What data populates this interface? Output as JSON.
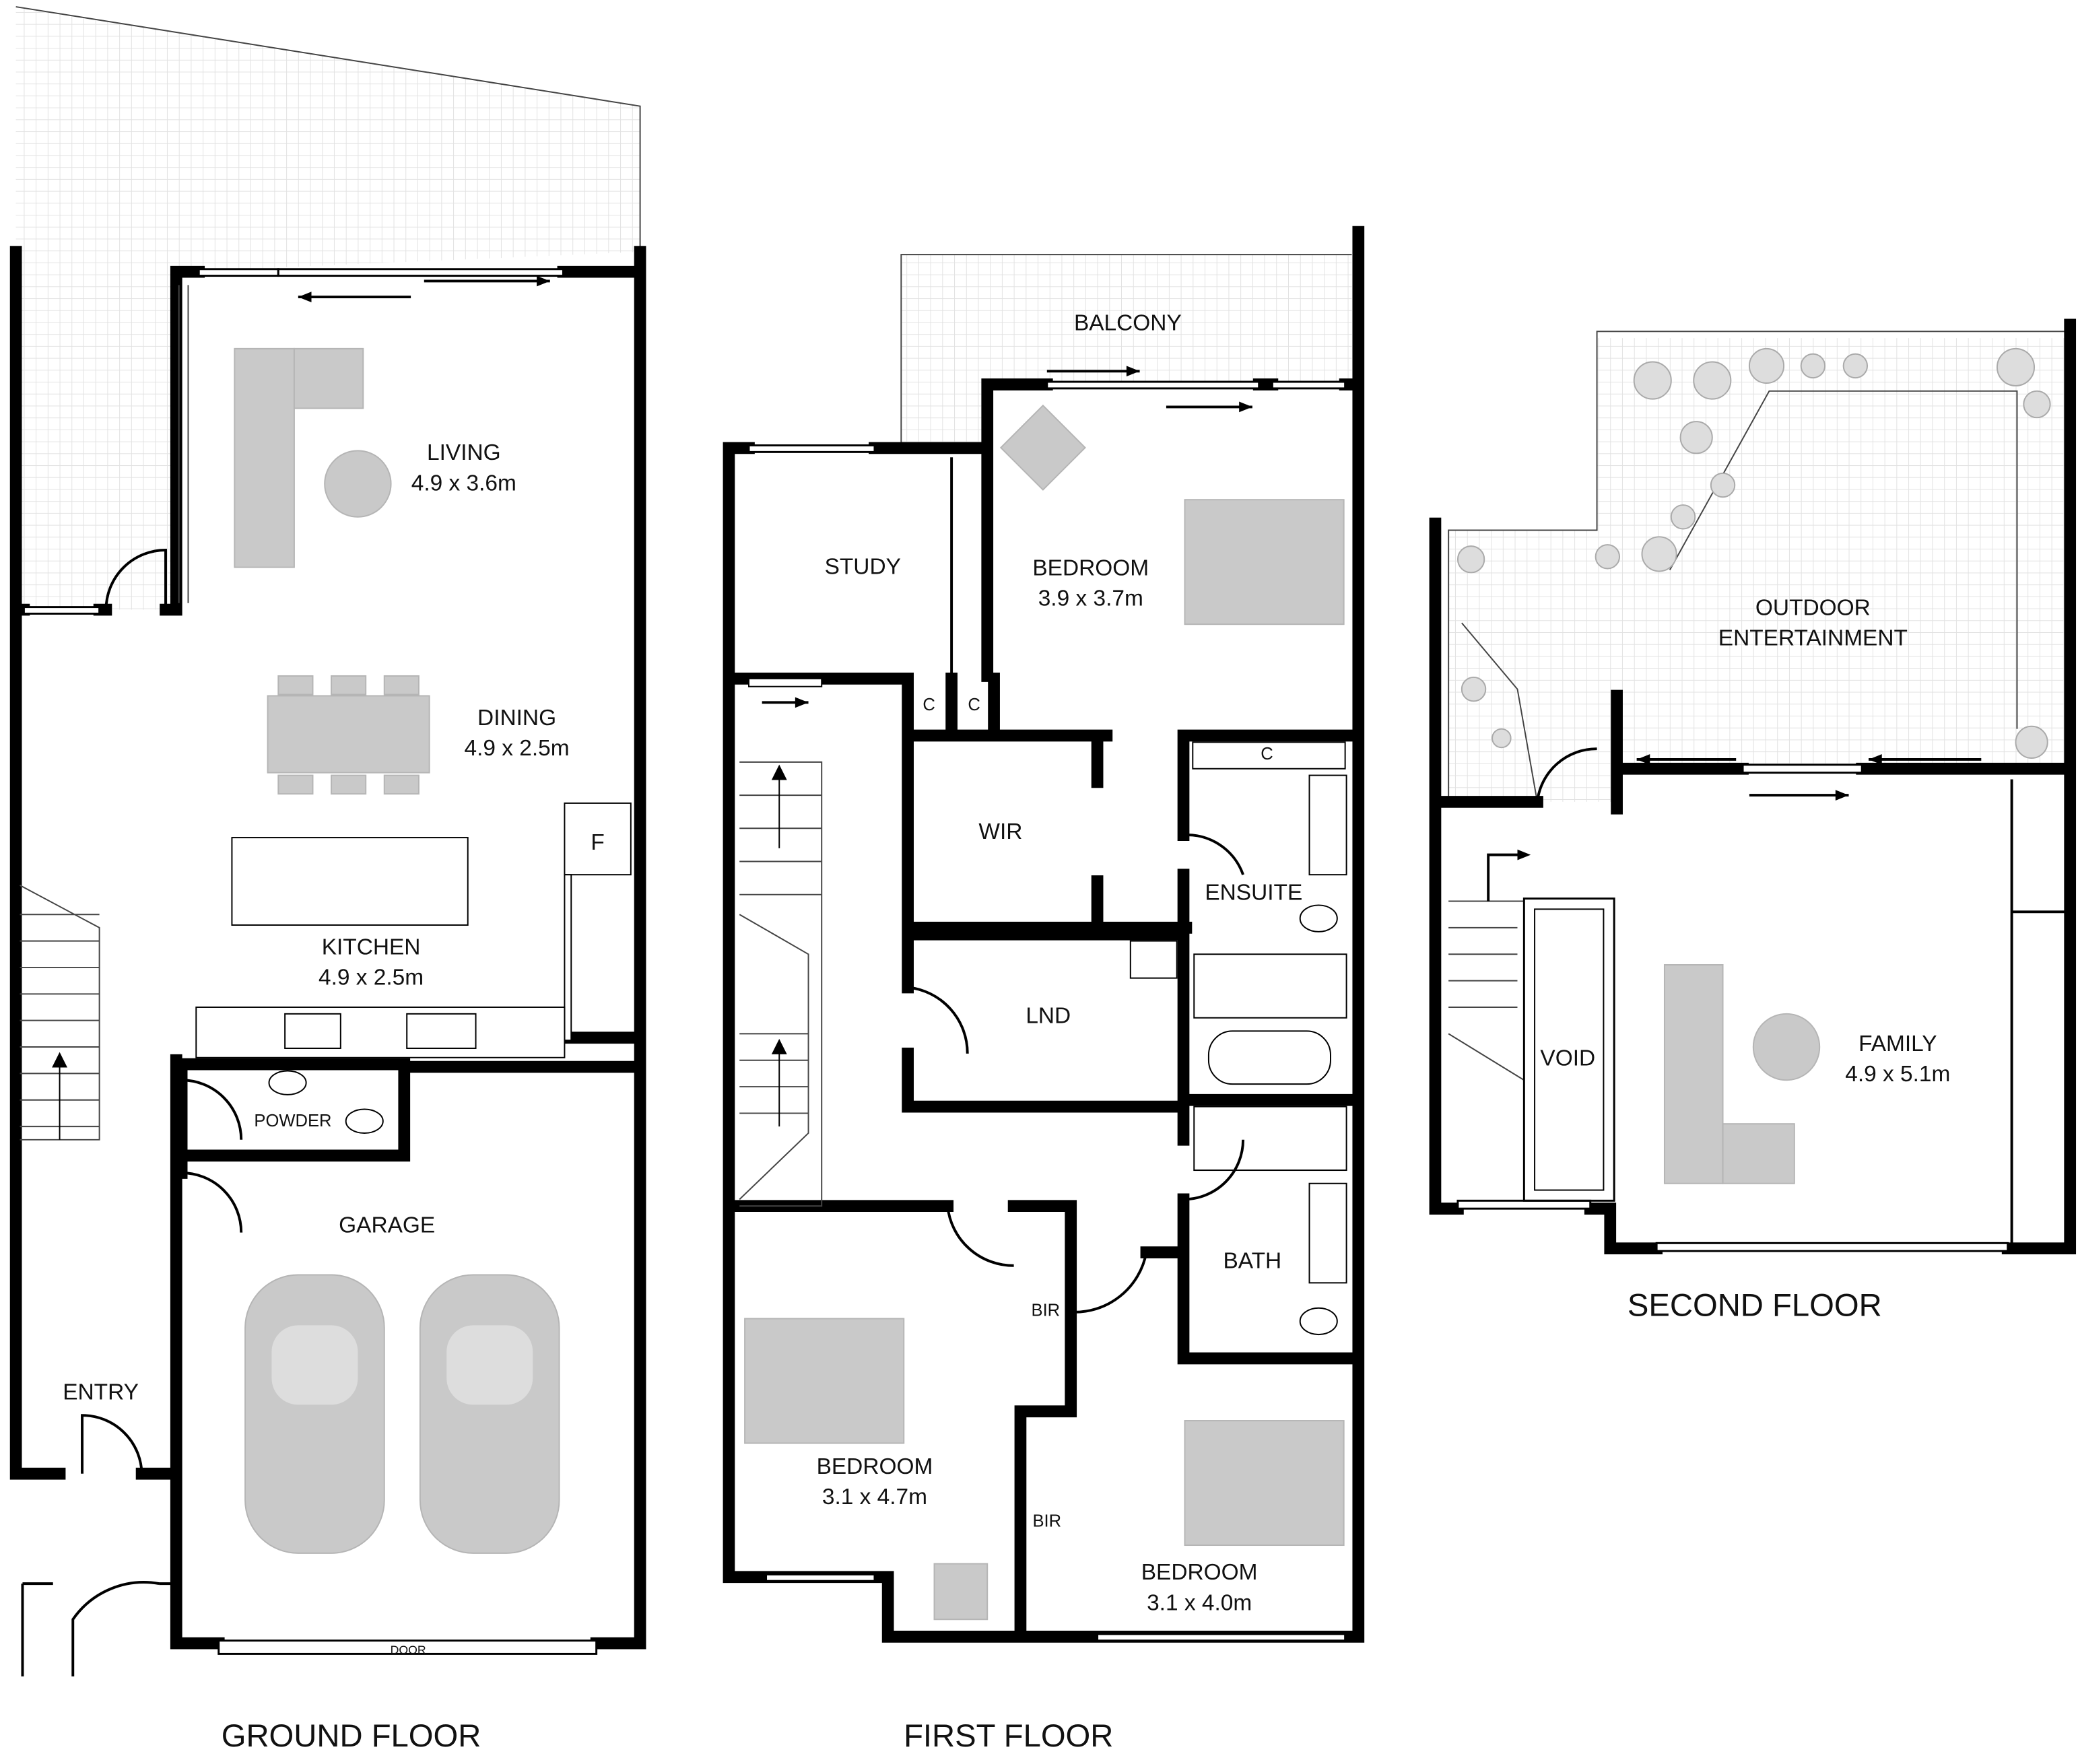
{
  "floors": {
    "ground": {
      "title": "GROUND FLOOR",
      "rooms": {
        "living": {
          "name": "LIVING",
          "size": "4.9 x 3.6m"
        },
        "dining": {
          "name": "DINING",
          "size": "4.9 x 2.5m"
        },
        "kitchen": {
          "name": "KITCHEN",
          "size": "4.9 x 2.5m"
        },
        "fridge": {
          "name": "F"
        },
        "powder": {
          "name": "POWDER"
        },
        "garage": {
          "name": "GARAGE"
        },
        "entry": {
          "name": "ENTRY"
        },
        "door": {
          "name": "DOOR"
        }
      }
    },
    "first": {
      "title": "FIRST FLOOR",
      "rooms": {
        "balcony": {
          "name": "BALCONY"
        },
        "study": {
          "name": "STUDY"
        },
        "bedroom_main": {
          "name": "BEDROOM",
          "size": "3.9 x 3.7m"
        },
        "closet1": {
          "name": "C"
        },
        "closet2": {
          "name": "C"
        },
        "closet3": {
          "name": "C"
        },
        "wir": {
          "name": "WIR"
        },
        "ensuite": {
          "name": "ENSUITE"
        },
        "lnd": {
          "name": "LND"
        },
        "bath": {
          "name": "BATH"
        },
        "bir1": {
          "name": "BIR"
        },
        "bir2": {
          "name": "BIR"
        },
        "bedroom_2": {
          "name": "BEDROOM",
          "size": "3.1 x 4.7m"
        },
        "bedroom_3": {
          "name": "BEDROOM",
          "size": "3.1 x 4.0m"
        }
      }
    },
    "second": {
      "title": "SECOND FLOOR",
      "rooms": {
        "outdoor": {
          "name": "OUTDOOR",
          "name2": "ENTERTAINMENT"
        },
        "void": {
          "name": "VOID"
        },
        "family": {
          "name": "FAMILY",
          "size": "4.9 x 5.1m"
        }
      }
    }
  },
  "colors": {
    "wall": "#000000",
    "furniture": "#c9c9c9",
    "tile_grid": "#e2e2e2"
  }
}
